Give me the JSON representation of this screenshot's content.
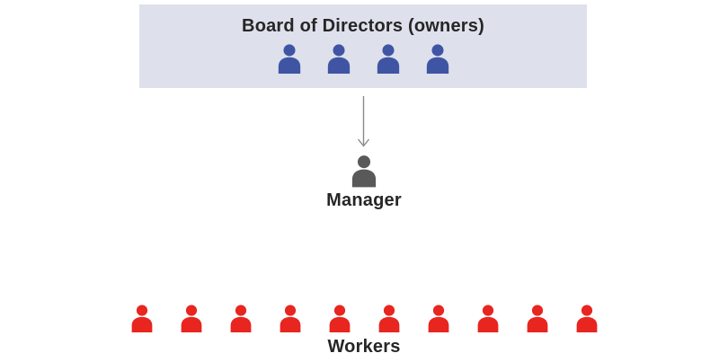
{
  "board": {
    "title": "Board of Directors (owners)",
    "member_count": 4
  },
  "manager": {
    "label": "Manager"
  },
  "workers": {
    "label": "Workers",
    "count": 10
  },
  "icons": {
    "director": "person-icon",
    "manager": "person-icon",
    "worker": "person-icon",
    "connector": "down-arrow-icon"
  },
  "colors": {
    "board_box_bg": "#dee0ec",
    "director_icon": "#3f55a4",
    "manager_icon": "#595959",
    "worker_icon": "#e8251f",
    "text": "#262626",
    "arrow": "#8a8a8a"
  }
}
